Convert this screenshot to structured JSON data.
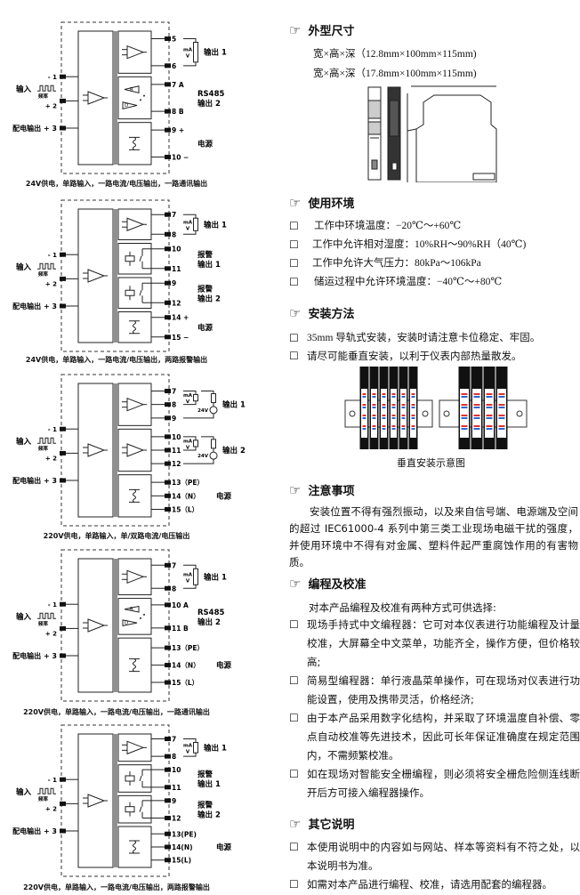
{
  "left_labels": {
    "minus": "- 1",
    "input": "输入",
    "freq": "频率",
    "plus": "+ 2",
    "supply": "配电输出 + 3",
    "ma": "mA",
    "v": "V",
    "v24": "24V",
    "p": "+",
    "m": "−"
  },
  "diagrams": [
    {
      "caption": "24V供电，单路输入，一路电流/电压输出，一路通讯输出",
      "modules": [
        {
          "type": "amp",
          "terms": [
            "5",
            "6"
          ],
          "side": [
            "输出  1"
          ]
        },
        {
          "type": "rs485",
          "terms": [
            "7  A",
            "8  B"
          ],
          "side": [
            "RS485",
            "输出  2"
          ]
        },
        {
          "type": "power",
          "terms": [
            "9   +",
            "10  −"
          ],
          "side": [
            "电源"
          ]
        }
      ]
    },
    {
      "caption": "24V供电，单路输入，一路电流/电压输出，两路报警输出",
      "modules": [
        {
          "type": "amp",
          "terms": [
            "7",
            "8"
          ],
          "side": [
            "输出  1"
          ]
        },
        {
          "type": "relay",
          "terms": [
            "10",
            "11"
          ],
          "side": [
            "报警",
            "输出  1"
          ]
        },
        {
          "type": "relay",
          "terms": [
            "9",
            "12"
          ],
          "side": [
            "报警",
            "输出  2"
          ]
        },
        {
          "type": "power",
          "terms": [
            "14   +",
            "15   −"
          ],
          "side": [
            "电源"
          ]
        }
      ]
    },
    {
      "caption": "220V供电，单路输入，单/双路电流/电压输出",
      "modules": [
        {
          "type": "amp24",
          "terms": [
            "7",
            "8",
            "9"
          ],
          "side": [
            "输出  1"
          ]
        },
        {
          "type": "amp24",
          "terms": [
            "10",
            "11",
            "12"
          ],
          "side": [
            "输出  2"
          ]
        },
        {
          "type": "power",
          "terms": [
            "13（PE）",
            "14（N）",
            "15（L）"
          ],
          "side": [
            "电源"
          ]
        }
      ]
    },
    {
      "caption": "220V供电，单路输入，一路电流/电压输出，一路通讯输出",
      "modules": [
        {
          "type": "amp",
          "terms": [
            "7",
            "8"
          ],
          "side": [
            "输出  1"
          ]
        },
        {
          "type": "rs485",
          "terms": [
            "10 A",
            "11 B"
          ],
          "side": [
            "RS485",
            "输出  2"
          ]
        },
        {
          "type": "power",
          "terms": [
            "13（PE）",
            "14（N）",
            "15（L）"
          ],
          "side": [
            "电源"
          ]
        }
      ]
    },
    {
      "caption": "220V供电，单路输入，一路电流/电压输出，两路报警输出",
      "modules": [
        {
          "type": "amp",
          "terms": [
            "7",
            "8"
          ],
          "side": [
            "输出  1"
          ]
        },
        {
          "type": "relay",
          "terms": [
            "10",
            "11"
          ],
          "side": [
            "报警",
            "输出  1"
          ]
        },
        {
          "type": "relay",
          "terms": [
            "9",
            "12"
          ],
          "side": [
            "报警",
            "输出  2"
          ]
        },
        {
          "type": "power",
          "terms": [
            "13(PE)",
            "14(N)",
            "15(L)"
          ],
          "side": [
            "电源"
          ]
        }
      ]
    }
  ],
  "sections": {
    "dimensions": {
      "title": "外型尺寸",
      "lines": [
        "宽×高×深（12.8mm×100mm×115mm)",
        "宽×高×深（17.8mm×100mm×115mm)"
      ]
    },
    "environment": {
      "title": "使用环境",
      "items": [
        "工作中环境温度：−20℃～+60℃",
        "工作中允许相对湿度：10%RH～90%RH（40℃)",
        "工作中允许大气压力：80kPa～106kPa",
        "储运过程中允许环境温度：−40℃～+80℃"
      ]
    },
    "installation": {
      "title": "安装方法",
      "items": [
        "35mm 导轨式安装，安装时请注意卡位稳定、牢固。",
        "请尽可能垂直安装，以利于仪表内部热量散发。"
      ],
      "figure_caption": "垂直安装示意图"
    },
    "notes": {
      "title": "注意事项",
      "paragraph": "安装位置不得有强烈振动，以及来自信号端、电源端及空间的超过 IEC61000-4 系列中第三类工业现场电磁干扰的强度，并使用环境中不得有对金属、塑料件起严重腐蚀作用的有害物质。"
    },
    "programming": {
      "title": "编程及校准",
      "intro": "对本产品编程及校准有两种方式可供选择:",
      "items": [
        "现场手持式中文编程器：它可对本仪表进行功能编程及计量校准，大屏幕全中文菜单，功能齐全，操作方便，但价格较高;",
        "简易型编程器：单行液晶菜单操作，可在现场对仪表进行功能设置，使用及携带灵活，价格经济;",
        "由于本产品采用数字化结构，并采取了环境温度自补偿、零点自动校准等先进技术，因此可长年保证准确度在规定范围内，不需频繁校准。",
        "如在现场对智能安全栅编程，则必须将安全栅危险侧连线断开后方可接入编程器操作。"
      ]
    },
    "other": {
      "title": "其它说明",
      "items": [
        "本使用说明中的内容如与网站、样本等资料有不符之处，以本说明书为准。",
        "如需对本产品进行编程、校准，请选用配套的编程器。"
      ]
    }
  },
  "checkbox": "☐",
  "hand_icon": "☞"
}
